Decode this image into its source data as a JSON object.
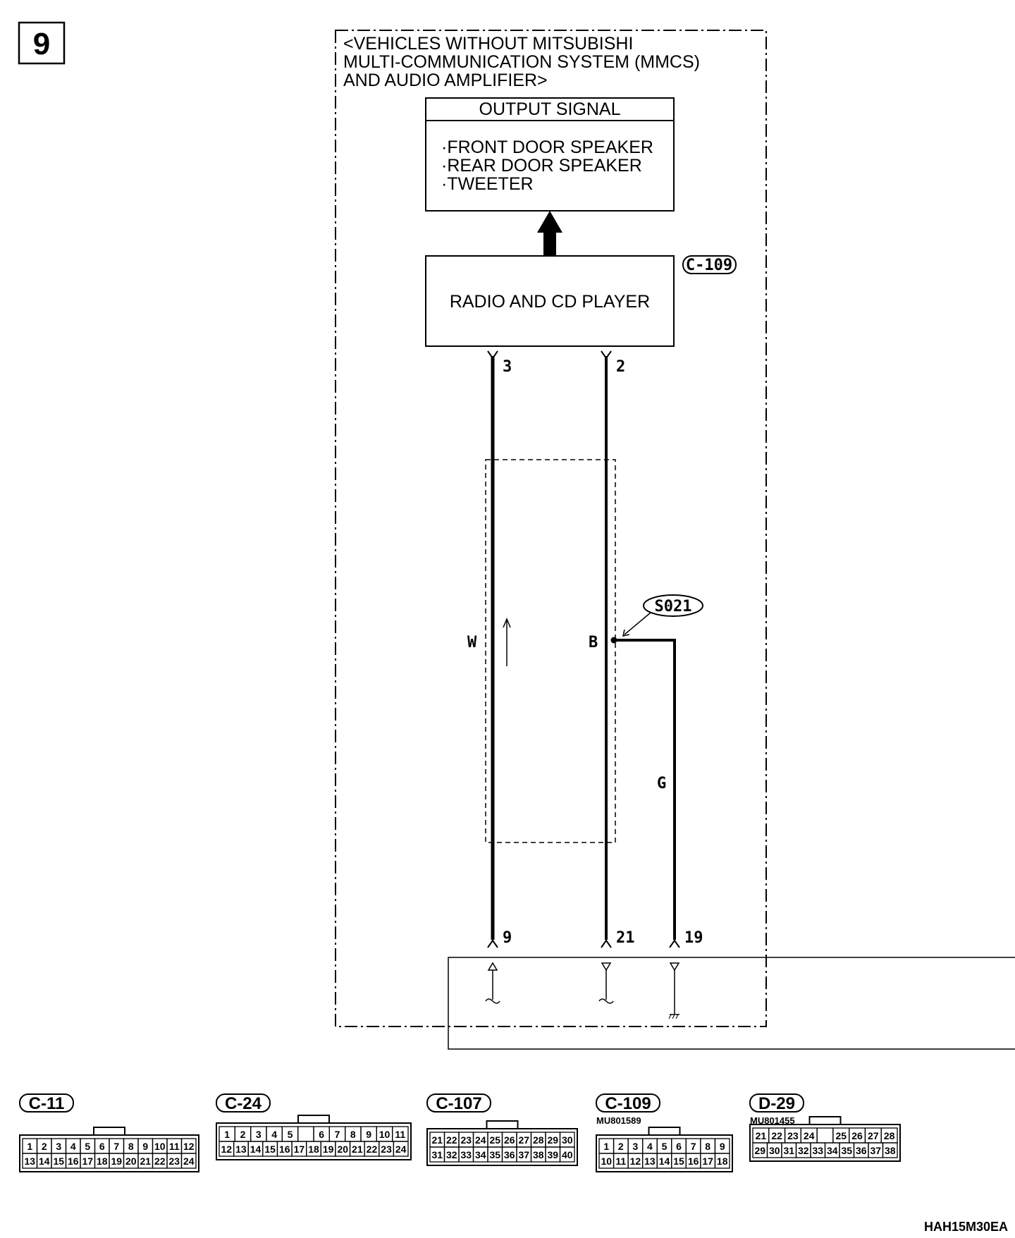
{
  "page_number": "9",
  "condition": [
    "<VEHICLES WITHOUT MITSUBISHI",
    "MULTI-COMMUNICATION SYSTEM (MMCS)",
    "AND AUDIO AMPLIFIER>"
  ],
  "output_box": {
    "title": "OUTPUT SIGNAL",
    "items": [
      "·FRONT DOOR SPEAKER",
      "·REAR DOOR SPEAKER",
      "·TWEETER"
    ]
  },
  "radio_box": {
    "label": "RADIO AND CD PLAYER",
    "connector": "C-109"
  },
  "top_pins": [
    "3",
    "2"
  ],
  "bottom_pins": [
    "9",
    "21",
    "19"
  ],
  "wire_colors": {
    "left": "W",
    "middle": "B",
    "right": "G"
  },
  "splice": "S021",
  "connectors": [
    {
      "name": "C-11",
      "part": "",
      "rows": [
        [
          "1",
          "2",
          "3",
          "4",
          "5",
          "6",
          "7",
          "8",
          "9",
          "10",
          "11",
          "12"
        ],
        [
          "13",
          "14",
          "15",
          "16",
          "17",
          "18",
          "19",
          "20",
          "21",
          "22",
          "23",
          "24"
        ]
      ]
    },
    {
      "name": "C-24",
      "part": "",
      "rows": [
        [
          "1",
          "2",
          "3",
          "4",
          "5",
          "",
          "6",
          "7",
          "8",
          "9",
          "10",
          "11"
        ],
        [
          "12",
          "13",
          "14",
          "15",
          "16",
          "17",
          "18",
          "19",
          "20",
          "21",
          "22",
          "23",
          "24"
        ]
      ]
    },
    {
      "name": "C-107",
      "part": "",
      "rows": [
        [
          "21",
          "22",
          "23",
          "24",
          "25",
          "26",
          "27",
          "28",
          "29",
          "30"
        ],
        [
          "31",
          "32",
          "33",
          "34",
          "35",
          "36",
          "37",
          "38",
          "39",
          "40"
        ]
      ]
    },
    {
      "name": "C-109",
      "part": "MU801589",
      "rows": [
        [
          "1",
          "2",
          "3",
          "4",
          "5",
          "6",
          "7",
          "8",
          "9"
        ],
        [
          "10",
          "11",
          "12",
          "13",
          "14",
          "15",
          "16",
          "17",
          "18"
        ]
      ]
    },
    {
      "name": "D-29",
      "part": "MU801455",
      "rows": [
        [
          "21",
          "22",
          "23",
          "24",
          "",
          "25",
          "26",
          "27",
          "28"
        ],
        [
          "29",
          "30",
          "31",
          "32",
          "33",
          "34",
          "35",
          "36",
          "37",
          "38"
        ]
      ]
    }
  ],
  "figure_code": "HAH15M30EA"
}
